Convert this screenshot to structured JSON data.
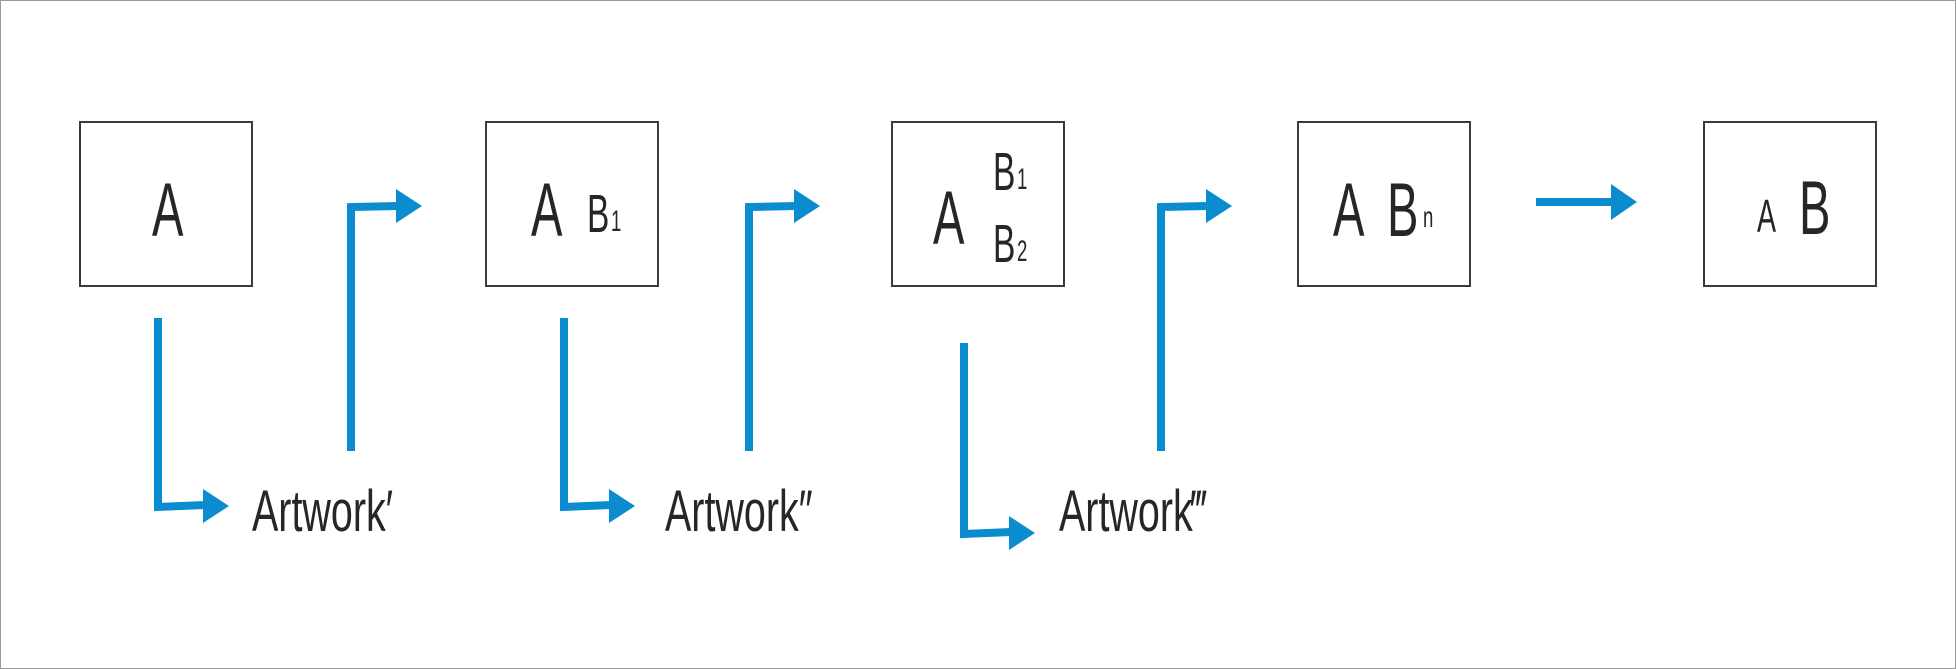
{
  "colors": {
    "arrow": "#0a8ccf",
    "box_border": "#3a3a3a",
    "text": "#262626"
  },
  "stages": [
    {
      "main": "A"
    },
    {
      "main": "A",
      "b": "B",
      "b_sub": "1"
    },
    {
      "main": "A",
      "b_top": "B",
      "b_top_sub": "1",
      "b_bottom": "B",
      "b_bottom_sub": "2"
    },
    {
      "main": "A",
      "b": "B",
      "b_sub": "n"
    },
    {
      "small": "A",
      "big": "B"
    }
  ],
  "artworks": [
    "Artwork′",
    "Artwork″",
    "Artwork‴"
  ]
}
